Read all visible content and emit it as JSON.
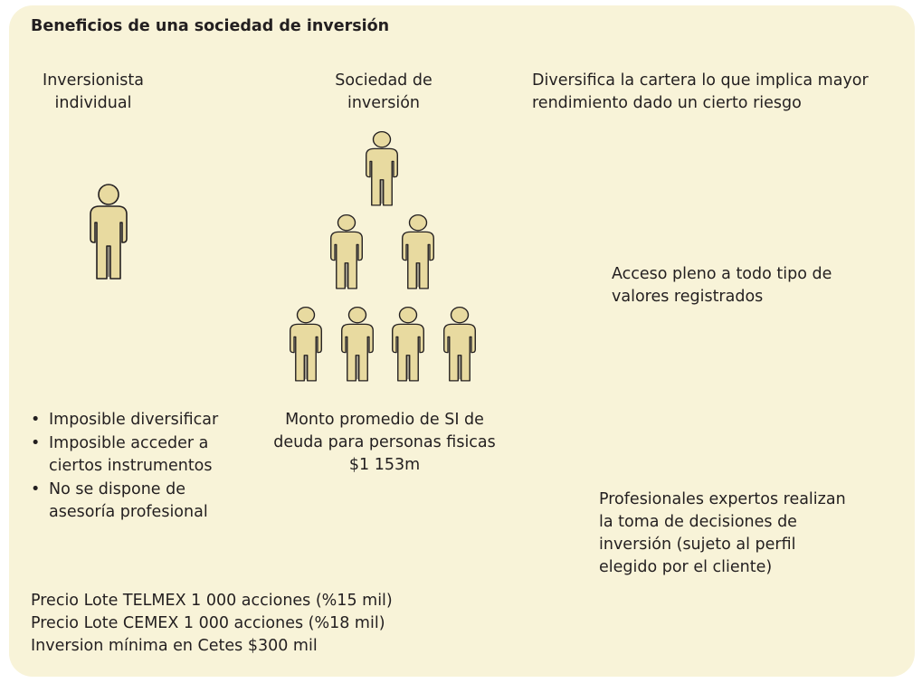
{
  "title": "Beneficios de una sociedad de inversión",
  "individual": {
    "label": [
      "Inversionista",
      "individual"
    ],
    "bullets": [
      [
        "Imposible diversificar"
      ],
      [
        "Imposible acceder a",
        "ciertos instrumentos"
      ],
      [
        "No se dispone de",
        "asesoría profesional"
      ]
    ]
  },
  "society": {
    "label": [
      "Sociedad de",
      "inversión"
    ],
    "caption": [
      "Monto promedio de SI de",
      "deuda para personas fisicas",
      "$1 153m"
    ]
  },
  "benefits": [
    [
      "Diversifica la cartera lo que implica mayor",
      "rendimiento dado un cierto riesgo"
    ],
    [
      "Acceso pleno a todo tipo de",
      "valores registrados"
    ],
    [
      "Profesionales expertos realizan",
      "la toma de decisiones de",
      "inversión (sujeto al perfil",
      "elegido por el cliente)"
    ]
  ],
  "notes": [
    "Precio Lote TELMEX 1 000 acciones (%15 mil)",
    "Precio Lote CEMEX 1 000 acciones (%18 mil)",
    "Inversion mínima en Cetes $300 mil"
  ],
  "colors": {
    "panel_background": "#f8f3d8",
    "person_fill": "#e8daa0",
    "person_outline": "#231f20"
  },
  "icons": {
    "person": "person-icon"
  }
}
